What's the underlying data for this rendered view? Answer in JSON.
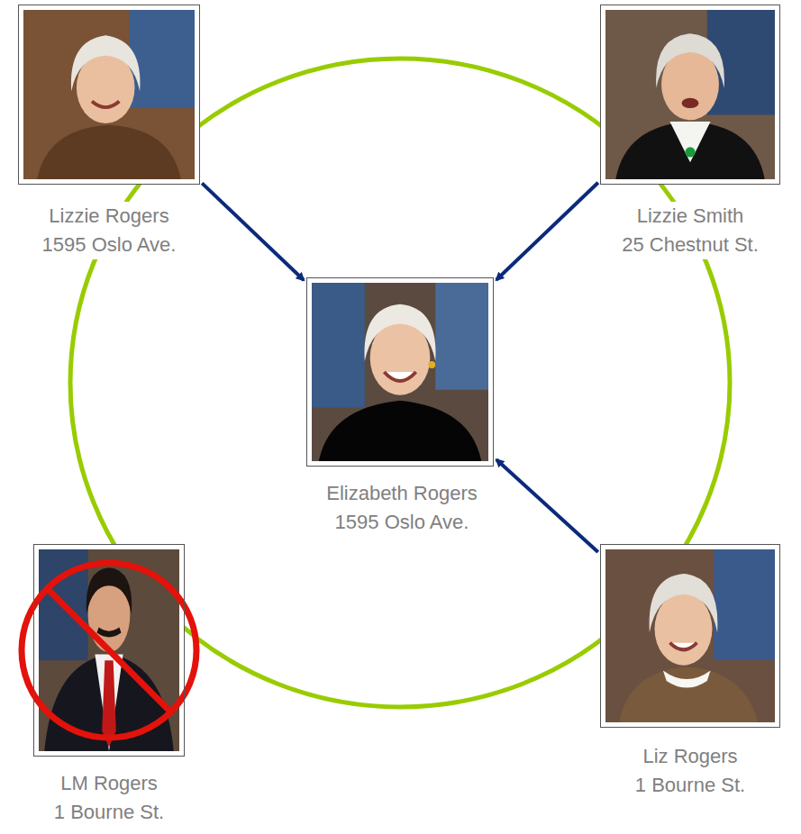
{
  "diagram": {
    "nodes": [
      {
        "text": [
          "Lizzie Rogers",
          "1595 Oslo Ave."
        ]
      },
      {
        "text": [
          "Lizzie Smith",
          "25 Chestnut St."
        ]
      },
      {
        "text": [
          "Elizabeth Rogers",
          "1595 Oslo Ave."
        ]
      },
      {
        "text": [
          "LM Rogers",
          "1 Bourne St."
        ]
      },
      {
        "text": [
          "Liz Rogers",
          "1 Bourne St."
        ]
      }
    ],
    "edges": [
      {
        "from": 0,
        "to": 2,
        "arrow": "to"
      },
      {
        "from": 1,
        "to": 2,
        "arrow": "to"
      },
      {
        "from": 4,
        "to": 2,
        "arrow": "to"
      }
    ]
  }
}
